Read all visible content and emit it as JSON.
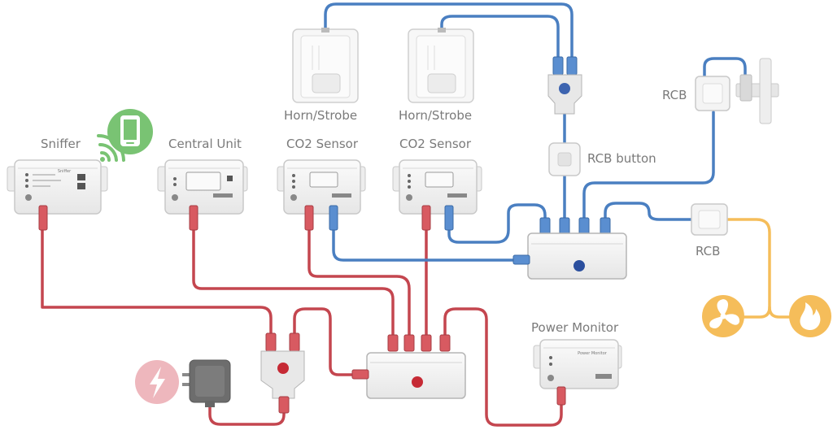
{
  "labels": {
    "sniffer": "Sniffer",
    "central_unit": "Central Unit",
    "co2_sensor_1": "CO2 Sensor",
    "co2_sensor_2": "CO2 Sensor",
    "horn_strobe_1": "Horn/Strobe",
    "horn_strobe_2": "Horn/Strobe",
    "rcb_button": "RCB button",
    "rcb_valve": "RCB",
    "rcb_relay": "RCB",
    "power_monitor": "Power Monitor"
  },
  "device_text": {
    "sniffer_brand": "Sniffer",
    "power_monitor_brand": "Power Monitor"
  },
  "colors": {
    "power_cable": "#c4464f",
    "data_cable": "#4a7fc1",
    "relay_cable": "#f5bd5a",
    "phone_badge": "#79c373",
    "power_badge": "#eeb7bd",
    "appliance_badge": "#f5bd5a",
    "device_body": "#f3f3f3",
    "device_stroke": "#c9c9c9"
  },
  "icons": [
    "phone-icon",
    "wifi-waves-icon",
    "lightning-icon",
    "fan-icon",
    "flame-icon"
  ]
}
